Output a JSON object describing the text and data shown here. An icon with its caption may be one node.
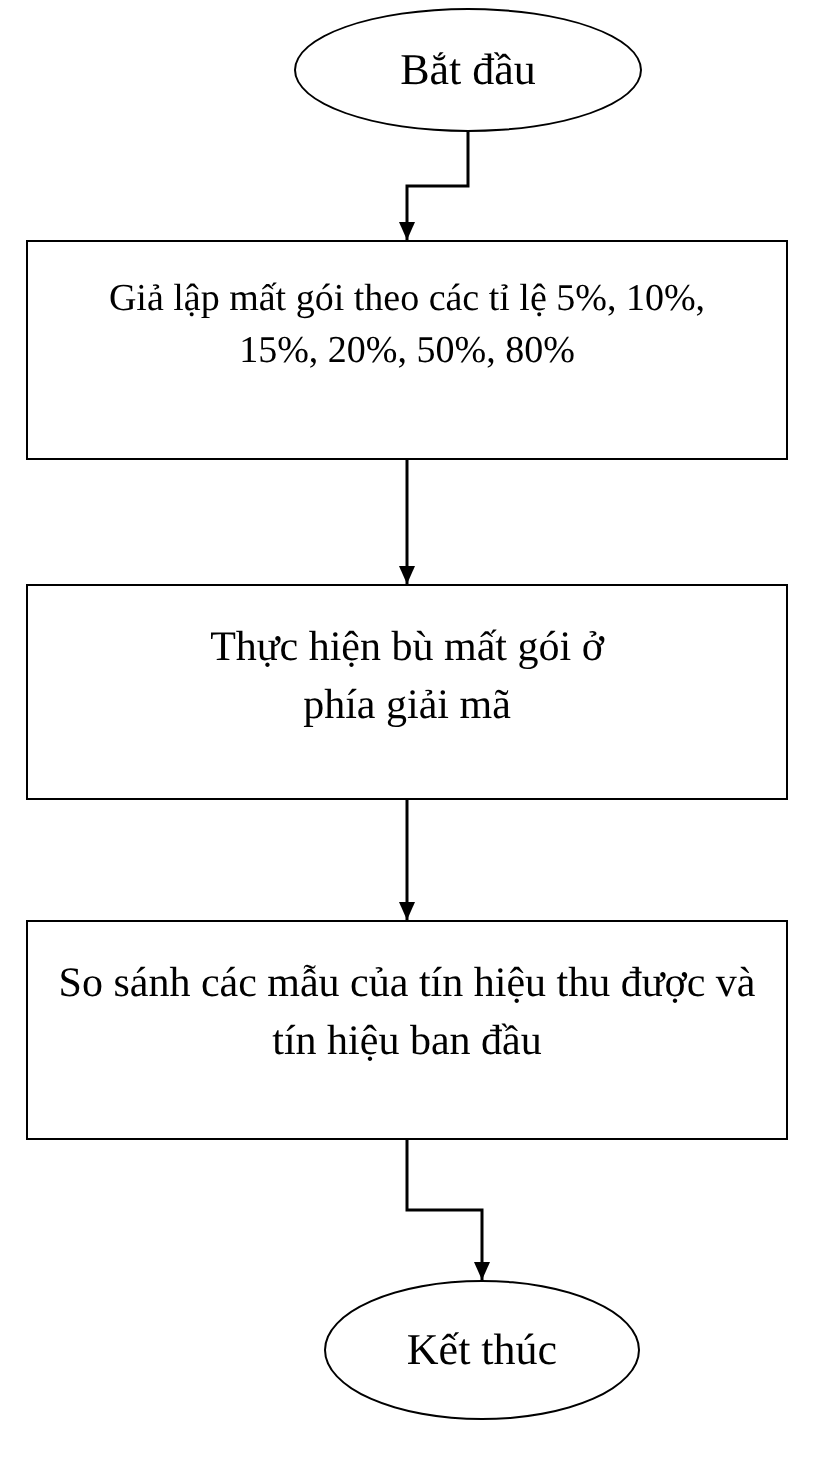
{
  "diagram": {
    "nodes": [
      {
        "text": [
          "Bắt đầu"
        ]
      },
      {
        "text": [
          "Giả lập mất gói theo các tỉ lệ 5%, 10%, 15%, 20%, 50%, 80%"
        ]
      },
      {
        "text": [
          "Thực hiện bù mất gói ở phía giải mã"
        ]
      },
      {
        "text": [
          "So sánh các mẫu của tín hiệu thu được và tín hiệu ban đầu"
        ]
      },
      {
        "text": [
          "Kết thúc"
        ]
      }
    ],
    "edges": [
      {
        "from": 0,
        "to": 1,
        "arrow": "to"
      },
      {
        "from": 1,
        "to": 2,
        "arrow": "to"
      },
      {
        "from": 2,
        "to": 3,
        "arrow": "to"
      },
      {
        "from": 3,
        "to": 4,
        "arrow": "to"
      }
    ]
  }
}
